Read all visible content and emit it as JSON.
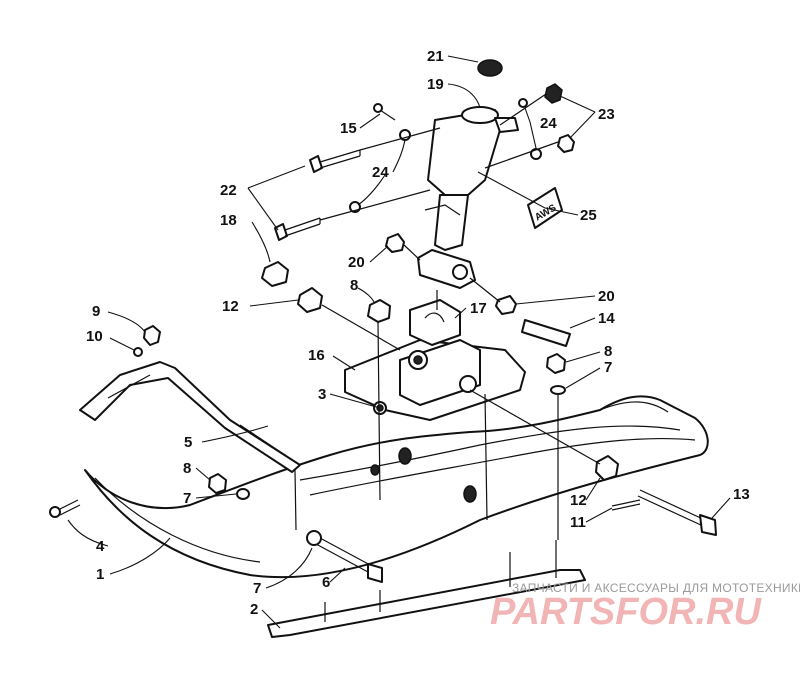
{
  "callouts": [
    {
      "id": "c21",
      "label": "21"
    },
    {
      "id": "c19",
      "label": "19"
    },
    {
      "id": "c15",
      "label": "15"
    },
    {
      "id": "c24a",
      "label": "24"
    },
    {
      "id": "c23",
      "label": "23"
    },
    {
      "id": "c24b",
      "label": "24"
    },
    {
      "id": "c22",
      "label": "22"
    },
    {
      "id": "c18",
      "label": "18"
    },
    {
      "id": "c25",
      "label": "25"
    },
    {
      "id": "c20a",
      "label": "20"
    },
    {
      "id": "c8a",
      "label": "8"
    },
    {
      "id": "c17",
      "label": "17"
    },
    {
      "id": "c20b",
      "label": "20"
    },
    {
      "id": "c12a",
      "label": "12"
    },
    {
      "id": "c14",
      "label": "14"
    },
    {
      "id": "c9",
      "label": "9"
    },
    {
      "id": "c10",
      "label": "10"
    },
    {
      "id": "c16",
      "label": "16"
    },
    {
      "id": "c8b",
      "label": "8"
    },
    {
      "id": "c7a",
      "label": "7"
    },
    {
      "id": "c3",
      "label": "3"
    },
    {
      "id": "c5",
      "label": "5"
    },
    {
      "id": "c8c",
      "label": "8"
    },
    {
      "id": "c7b",
      "label": "7"
    },
    {
      "id": "c13",
      "label": "13"
    },
    {
      "id": "c12b",
      "label": "12"
    },
    {
      "id": "c11",
      "label": "11"
    },
    {
      "id": "c4",
      "label": "4"
    },
    {
      "id": "c1",
      "label": "1"
    },
    {
      "id": "c6",
      "label": "6"
    },
    {
      "id": "c7c",
      "label": "7"
    },
    {
      "id": "c2",
      "label": "2"
    }
  ],
  "decal_text": "AWS",
  "watermark": {
    "tagline": "ЗАПЧАСТИ И АКСЕССУАРЫ ДЛЯ МОТОТЕХНИКИ",
    "brand": "PARTSFOR.RU"
  },
  "colors": {
    "line": "#111111",
    "watermark_brand": "#f2b5b5",
    "watermark_tagline": "#9a9a9a"
  }
}
